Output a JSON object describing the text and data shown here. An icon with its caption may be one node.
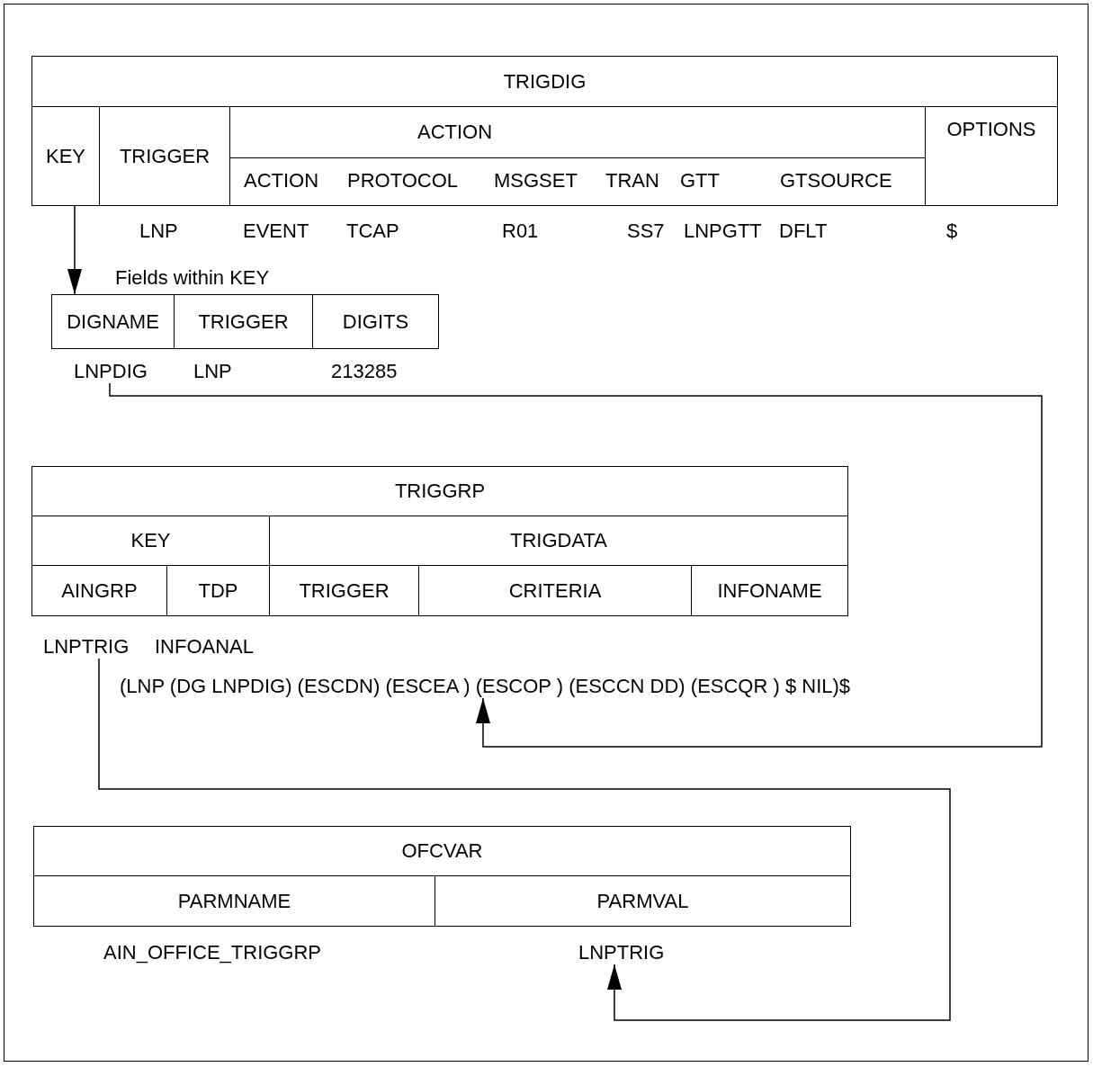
{
  "diagram": {
    "nodes": [
      {
        "text": [
          "TRIGDIG"
        ]
      },
      {
        "text": [
          "KEY"
        ]
      },
      {
        "text": [
          "TRIGGER"
        ]
      },
      {
        "text": [
          "ACTION"
        ]
      },
      {
        "text": [
          "OPTIONS"
        ]
      },
      {
        "text": [
          "ACTION",
          "PROTOCOL",
          "MSGSET",
          "TRAN",
          "GTT",
          "GTSOURCE"
        ]
      },
      {
        "text": [
          "DIGNAME"
        ]
      },
      {
        "text": [
          "TRIGGER"
        ]
      },
      {
        "text": [
          "DIGITS"
        ]
      },
      {
        "text": [
          "LNPDIG"
        ]
      },
      {
        "text": [
          "TRIGGRP"
        ]
      },
      {
        "text": [
          "KEY"
        ]
      },
      {
        "text": [
          "TRIGDATA"
        ]
      },
      {
        "text": [
          "AINGRP"
        ]
      },
      {
        "text": [
          "TDP"
        ]
      },
      {
        "text": [
          "TRIGGER"
        ]
      },
      {
        "text": [
          "CRITERIA"
        ]
      },
      {
        "text": [
          "INFONAME"
        ]
      },
      {
        "text": [
          "LNPTRIG"
        ]
      },
      {
        "text": [
          "(LNP (DG LNPDIG) (ESCDN) (ESCEA ) (ESCOP ) (ESCCN DD) (ESCQR ) $ NIL)$"
        ]
      },
      {
        "text": [
          "OFCVAR"
        ]
      },
      {
        "text": [
          "PARMNAME"
        ]
      },
      {
        "text": [
          "PARMVAL"
        ]
      },
      {
        "text": [
          "LNPTRIG"
        ]
      }
    ],
    "edges": [
      {
        "from": 1,
        "to": 6,
        "arrow": "to"
      },
      {
        "from": 9,
        "to": 19,
        "arrow": "to"
      },
      {
        "from": 18,
        "to": 23,
        "arrow": "to"
      }
    ],
    "labels": [
      "LNP",
      "EVENT",
      "TCAP",
      "R01",
      "SS7",
      "LNPGTT",
      "DFLT",
      "$",
      "Fields within KEY",
      "LNP",
      "213285",
      "INFOANAL",
      "AIN_OFFICE_TRIGGRP"
    ]
  }
}
